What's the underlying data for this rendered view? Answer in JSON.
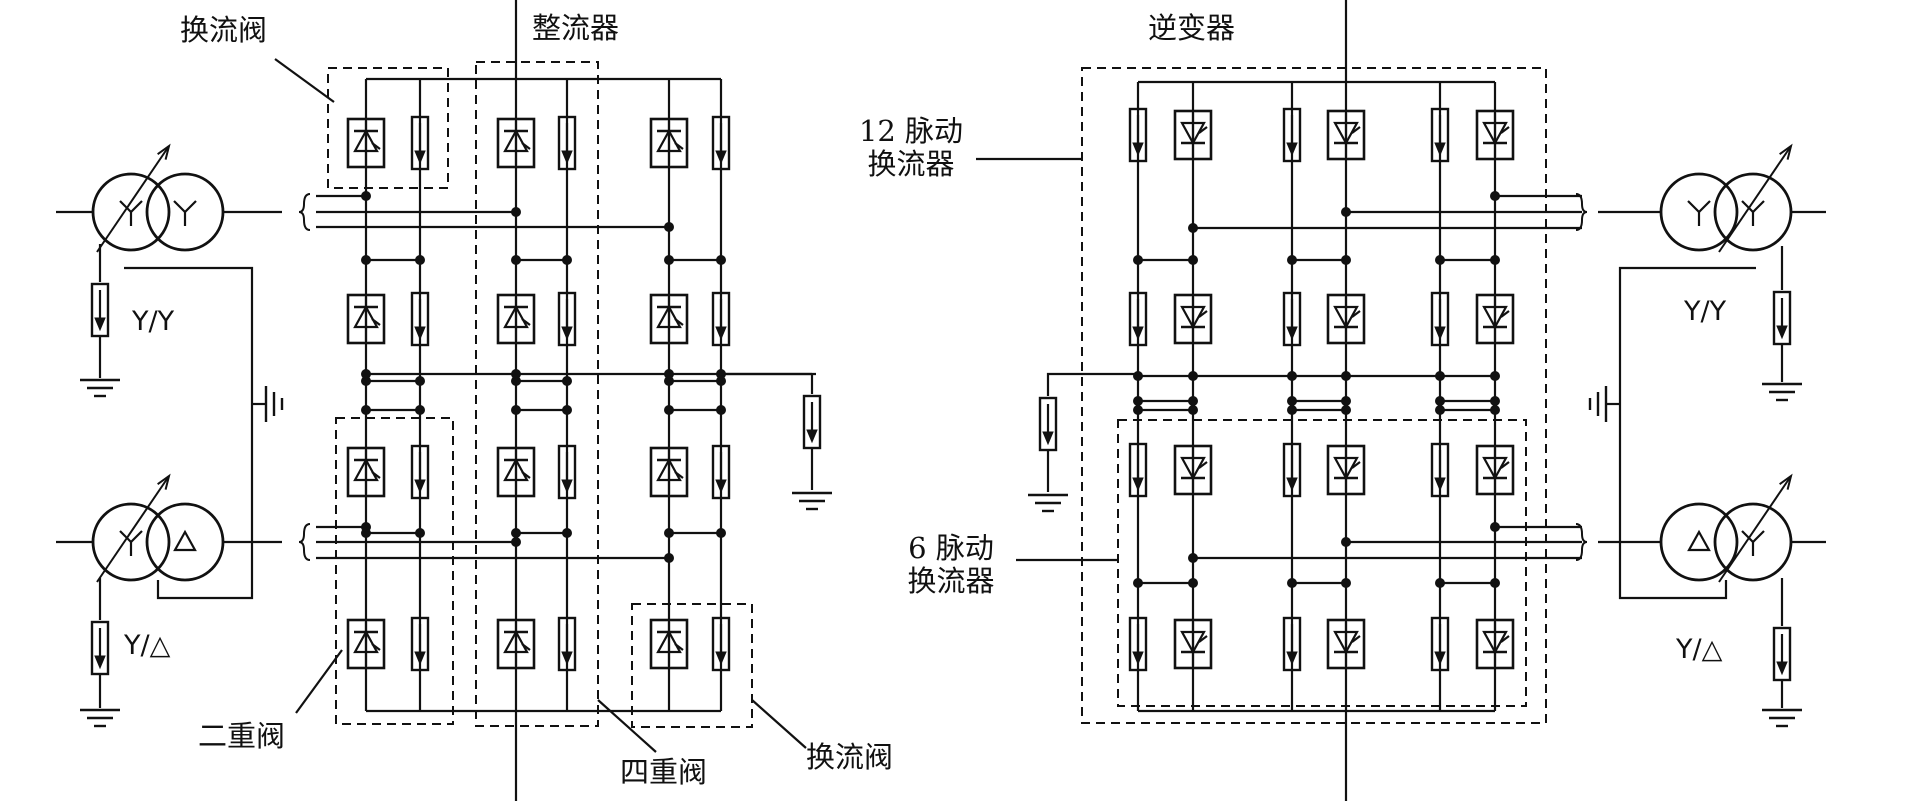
{
  "labels": {
    "rectifier": "整流器",
    "inverter": "逆变器",
    "converter_valve_top": "换流阀",
    "converter_valve_bottom": "换流阀",
    "double_valve": "二重阀",
    "quad_valve": "四重阀",
    "twelve_pulse_line1": "12 脉动",
    "twelve_pulse_line2": "换流器",
    "six_pulse_line1": "6 脉动",
    "six_pulse_line2": "换流器",
    "yy_left": "Y/Y",
    "yd_left": "Y/△",
    "yy_right": "Y/Y",
    "yd_right": "Y/△"
  },
  "transformer_symbols": {
    "star": "Y",
    "delta": "△"
  },
  "colors": {
    "line": "#111111",
    "background": "#ffffff"
  }
}
